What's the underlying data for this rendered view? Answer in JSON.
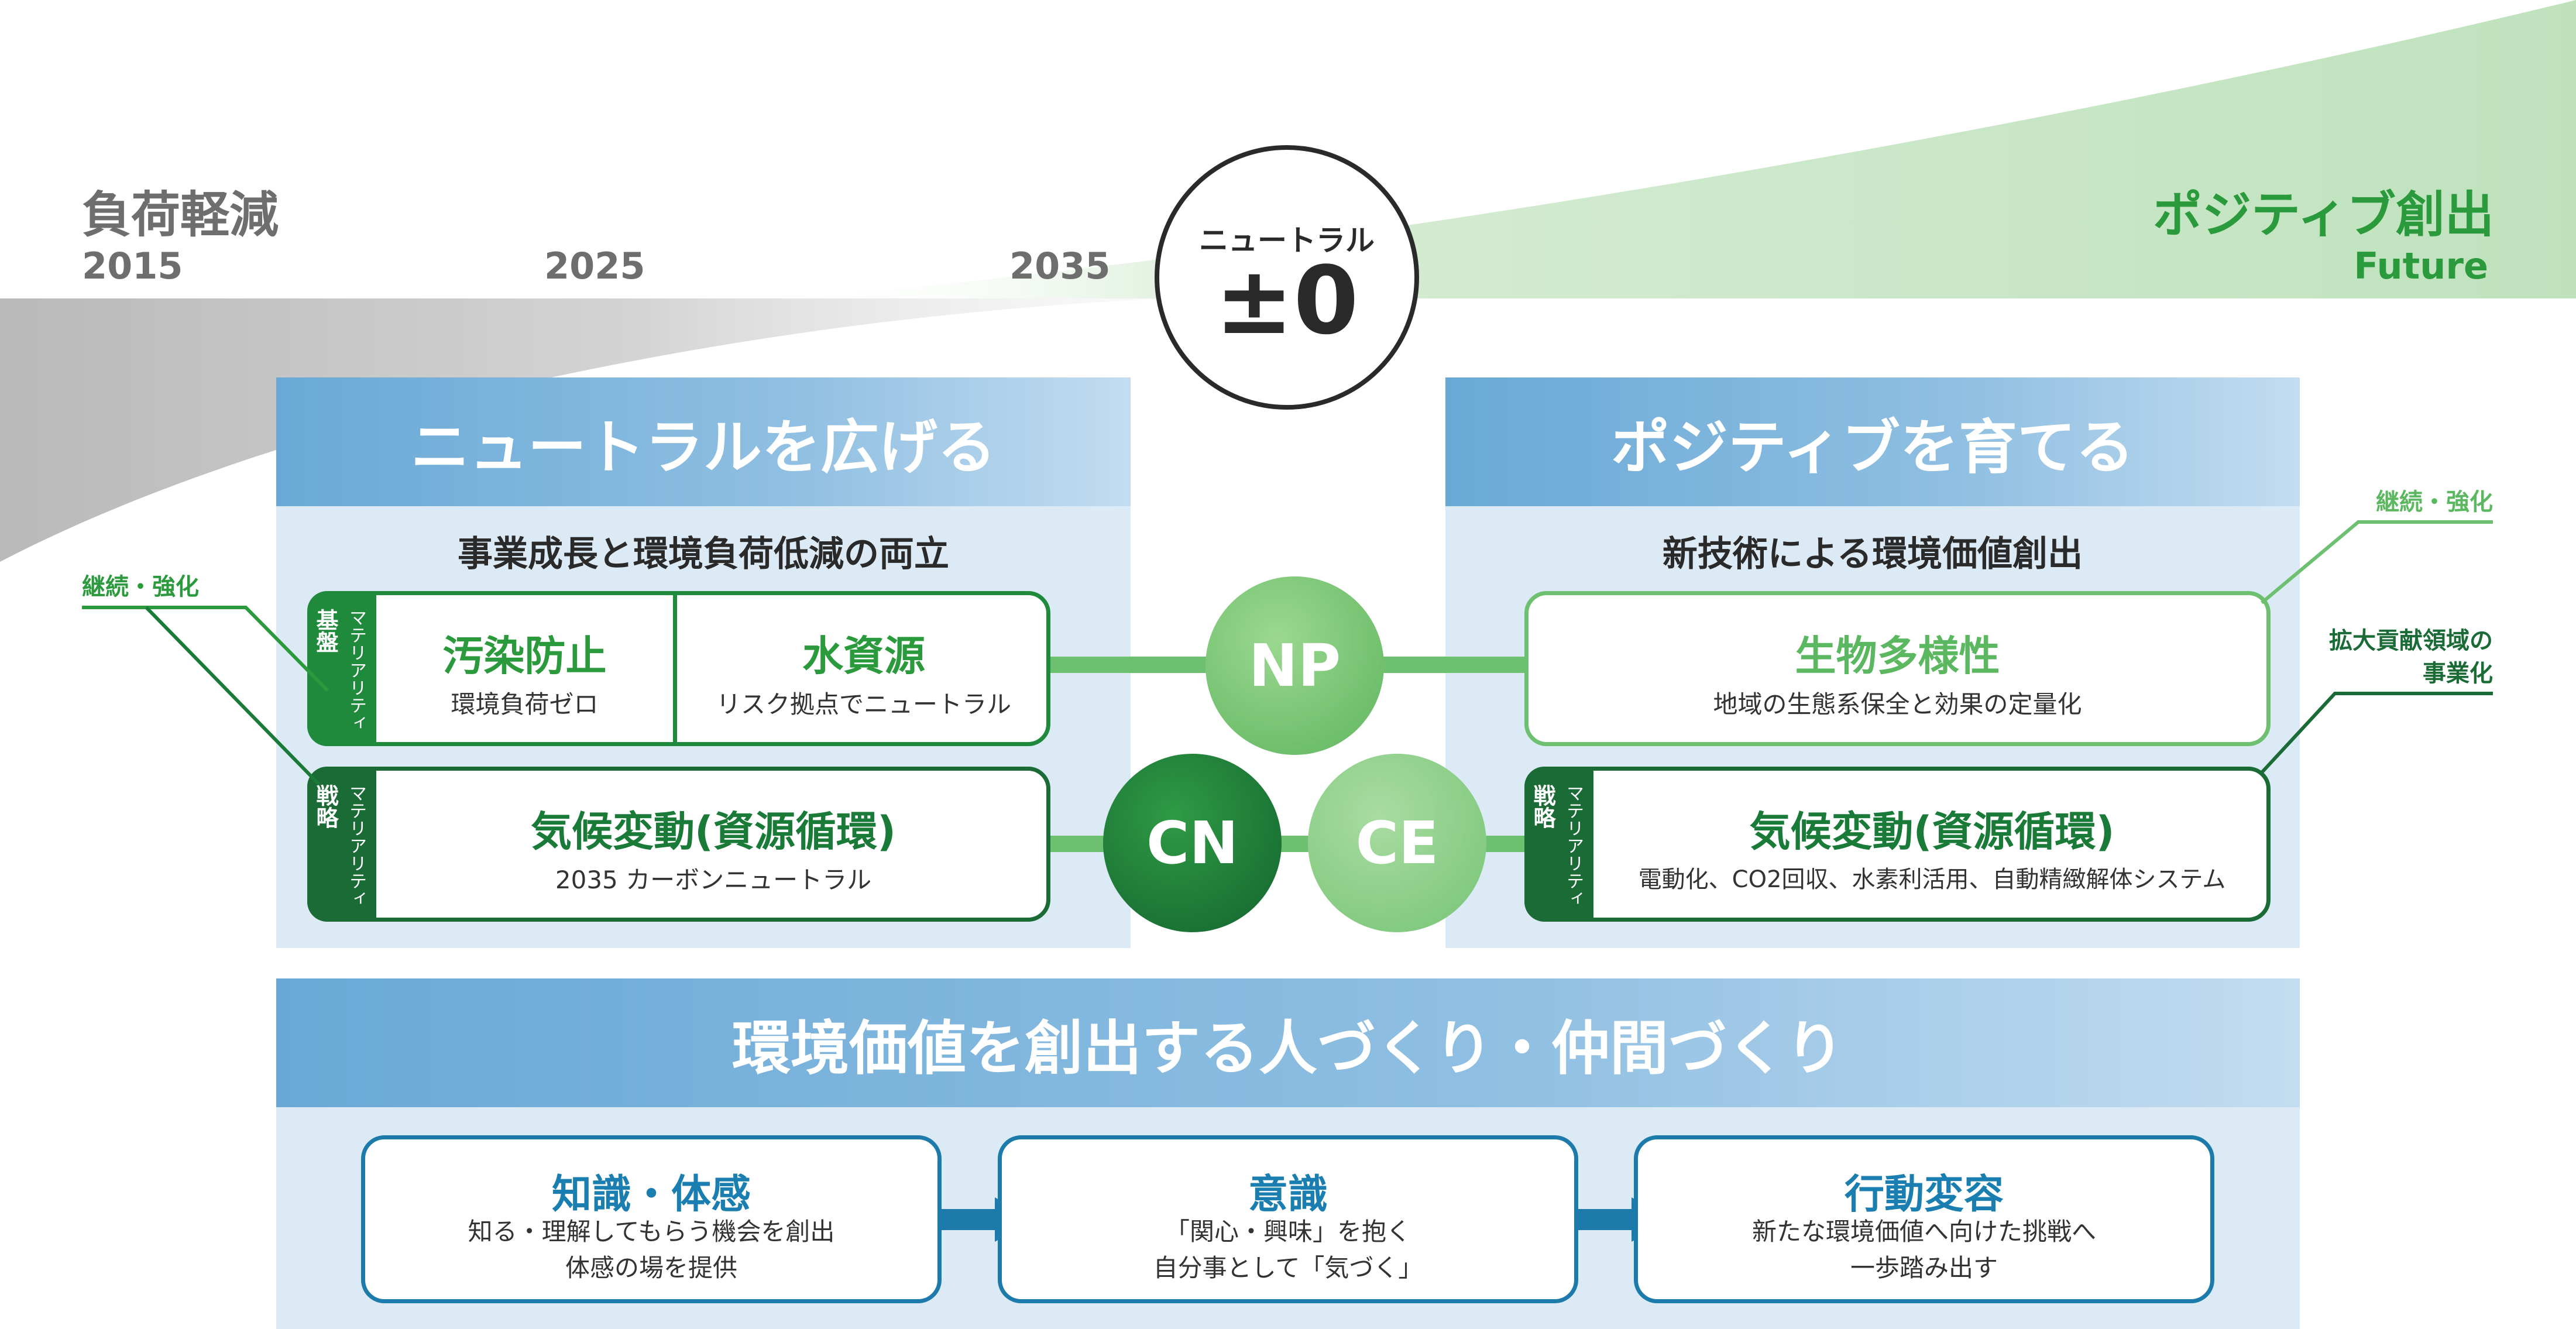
{
  "timeline": {
    "left_label": "負荷軽減",
    "right_label": "ポジティブ創出",
    "years": [
      "2015",
      "2025",
      "2035"
    ],
    "future": "Future"
  },
  "center_circle": {
    "label": "ニュートラル",
    "value": "±0"
  },
  "left_panel": {
    "title": "ニュートラルを広げる",
    "subtitle": "事業成長と環境負荷低減の両立",
    "callout": "継続・強化",
    "kiban_tab": {
      "line1": "基盤",
      "line2": "マテリアリティ"
    },
    "senryaku_tab": {
      "line1": "戦略",
      "line2": "マテリアリティ"
    },
    "cards": [
      {
        "title": "汚染防止",
        "desc": "環境負荷ゼロ"
      },
      {
        "title": "水資源",
        "desc": "リスク拠点でニュートラル"
      },
      {
        "title": "気候変動(資源循環)",
        "desc": "2035 カーボンニュートラル"
      }
    ]
  },
  "right_panel": {
    "title": "ポジティブを育てる",
    "subtitle": "新技術による環境価値創出",
    "callout_top": "継続・強化",
    "callout_bottom": {
      "line1": "拡大貢献領域の",
      "line2": "事業化"
    },
    "senryaku_tab": {
      "line1": "戦略",
      "line2": "マテリアリティ"
    },
    "cards": [
      {
        "title": "生物多様性",
        "desc": "地域の生態系保全と効果の定量化"
      },
      {
        "title": "気候変動(資源循環)",
        "desc": "電動化、CO2回収、水素利活用、自動精緻解体システム"
      }
    ]
  },
  "bubbles": {
    "np": "NP",
    "cn": "CN",
    "ce": "CE"
  },
  "colors": {
    "green_dark": "#1a7a38",
    "green_mid": "#2b9a3c",
    "green_light": "#6dc070",
    "blue_title": "#1a7fb0",
    "panel_bg": "#dceaf6"
  },
  "bottom_panel": {
    "title": "環境価値を創出する人づくり・仲間づくり",
    "steps": [
      {
        "title": "知識・体感",
        "desc1": "知る・理解してもらう機会を創出",
        "desc2": "体感の場を提供"
      },
      {
        "title": "意識",
        "desc1": "「関心・興味」を抱く",
        "desc2": "自分事として「気づく」"
      },
      {
        "title": "行動変容",
        "desc1": "新たな環境価値へ向けた挑戦へ",
        "desc2": "一歩踏み出す"
      }
    ]
  }
}
